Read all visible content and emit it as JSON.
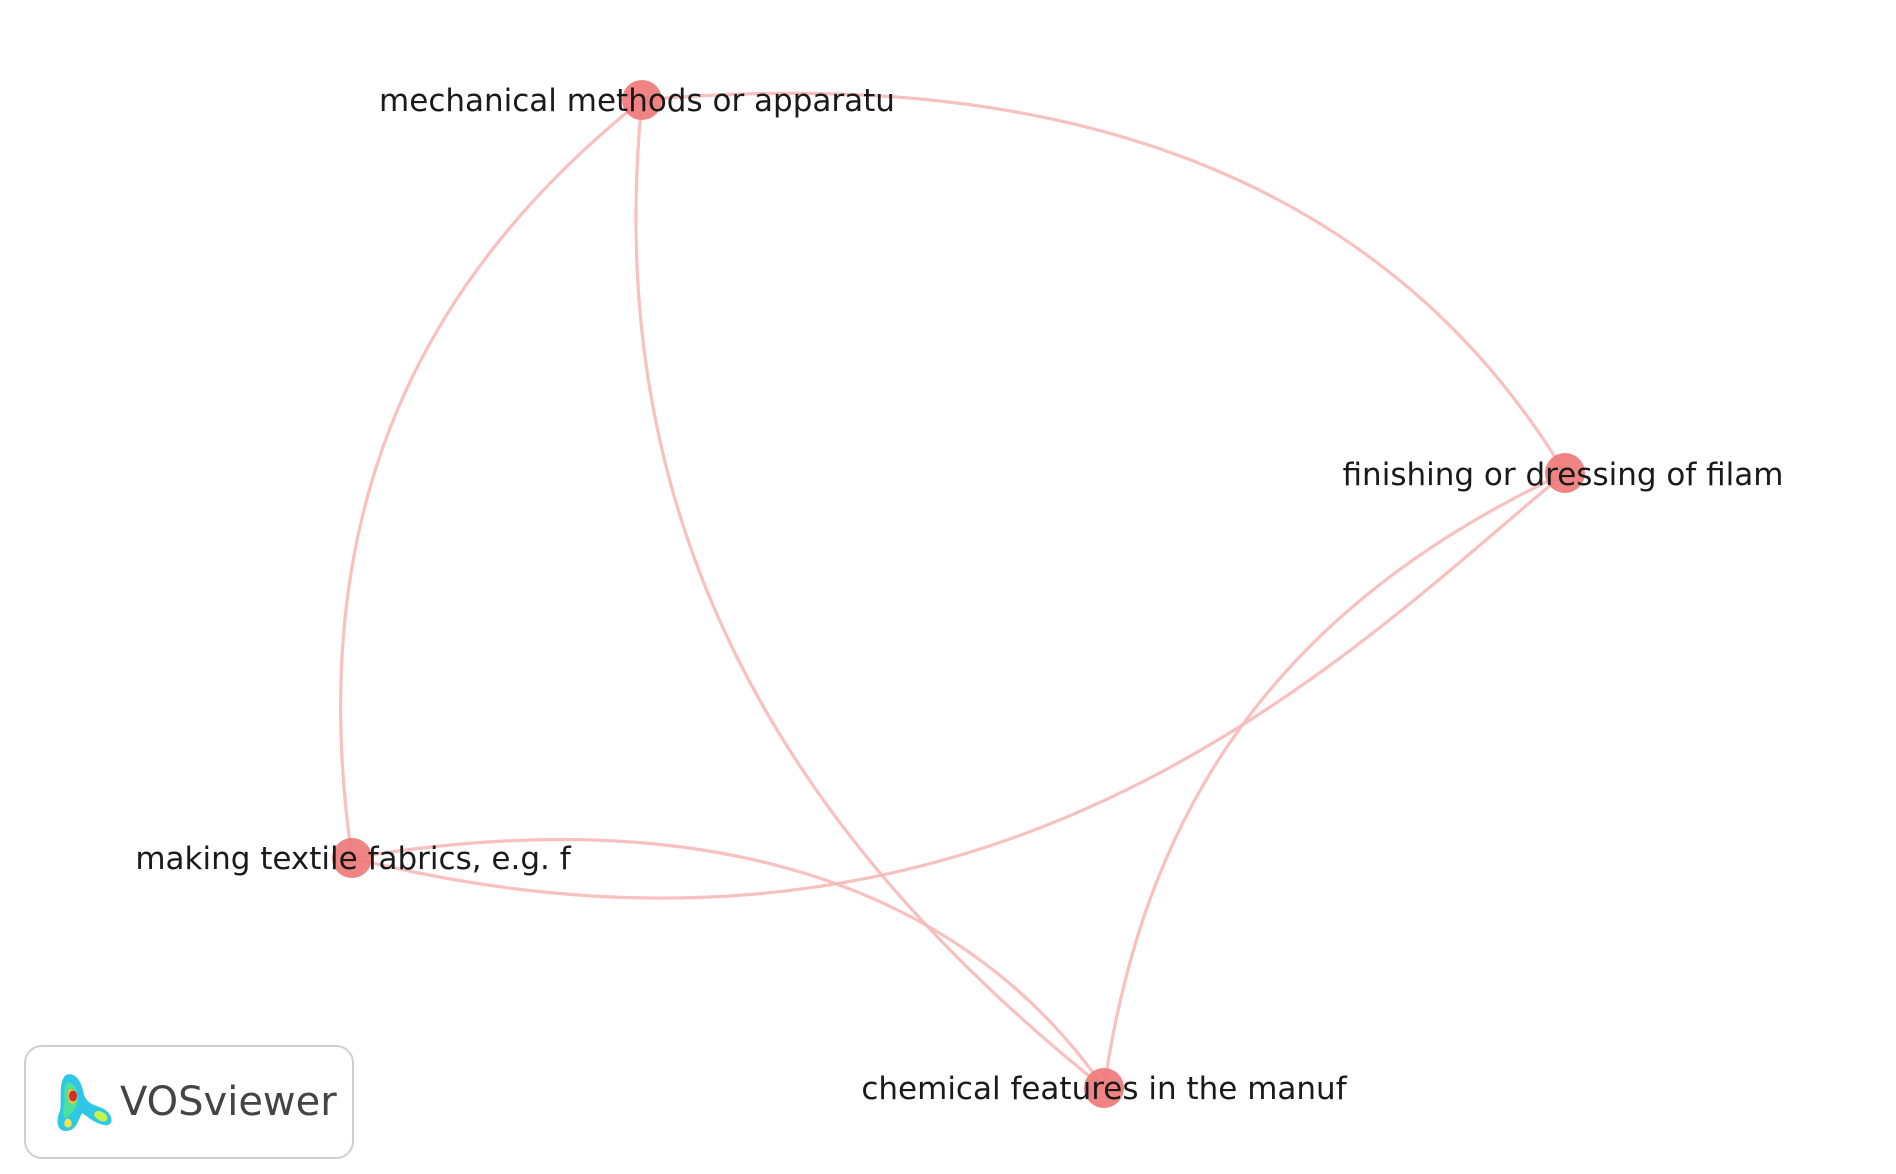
{
  "network": {
    "nodes": [
      {
        "id": "n1",
        "label": "mechanical methods or apparatu"
      },
      {
        "id": "n2",
        "label": "finishing or dressing of filam"
      },
      {
        "id": "n3",
        "label": "making textile fabrics, e.g. f"
      },
      {
        "id": "n4",
        "label": "chemical features in the manuf"
      }
    ],
    "links": [
      {
        "source": "n1",
        "target": "n2"
      },
      {
        "source": "n1",
        "target": "n3"
      },
      {
        "source": "n1",
        "target": "n4"
      },
      {
        "source": "n2",
        "target": "n3"
      },
      {
        "source": "n2",
        "target": "n4"
      },
      {
        "source": "n3",
        "target": "n4"
      }
    ],
    "colors": {
      "node": "#ef7a7a",
      "link": "#f8b9b9"
    }
  },
  "logo": {
    "text": "VOSviewer",
    "icon": "vosviewer-logo-icon"
  }
}
